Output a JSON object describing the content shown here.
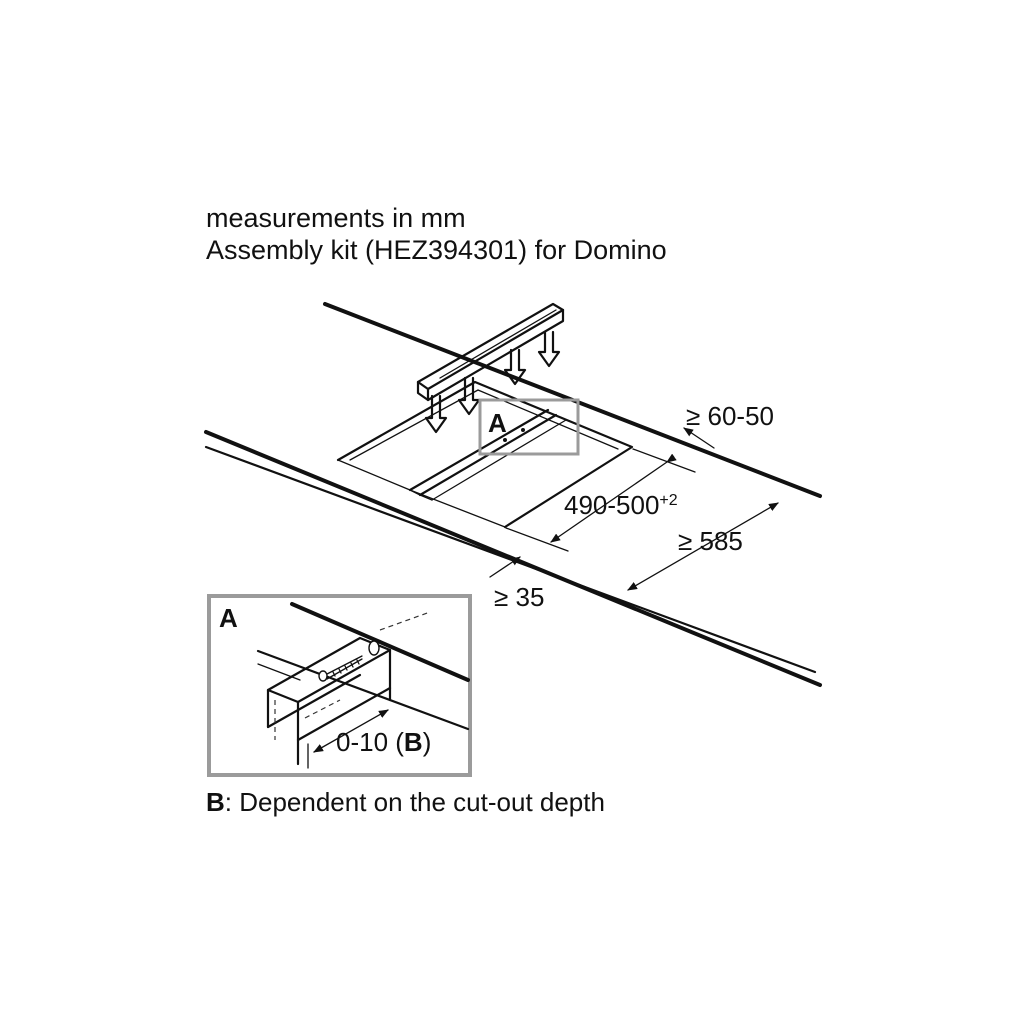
{
  "title": {
    "line1": "measurements in mm",
    "line2": "Assembly kit (HEZ394301) for Domino"
  },
  "dimensions": {
    "rear_gap": "≥ 60-50",
    "cutout_width": "490-500",
    "cutout_tolerance": "+2",
    "worktop_depth": "≥ 585",
    "front_gap": "≥ 35"
  },
  "detail": {
    "callout_label": "A",
    "inset_label": "A",
    "offset_value": "0-10 (",
    "offset_ref": "B",
    "offset_close": ")"
  },
  "footnote": {
    "key": "B",
    "text": ": Dependent on the cut-out depth"
  }
}
